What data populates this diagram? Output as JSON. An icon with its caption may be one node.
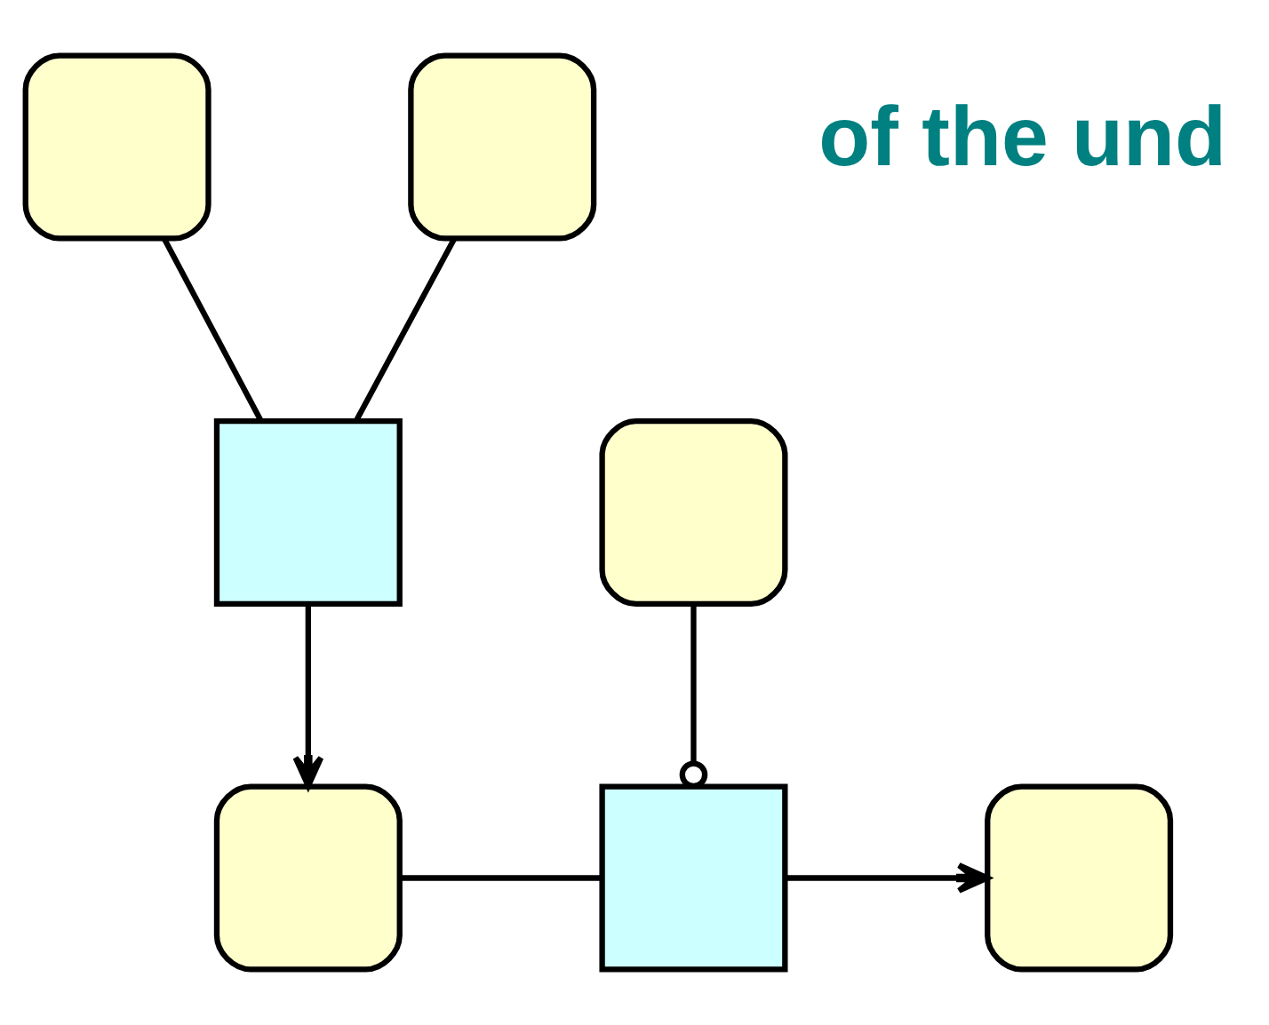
{
  "diagram": {
    "nodes": [
      {
        "text": [],
        "shape": "box"
      },
      {
        "text": [],
        "shape": "box"
      },
      {
        "text": [],
        "shape": "box"
      },
      {
        "text": [],
        "shape": "box"
      },
      {
        "text": [],
        "shape": "box"
      },
      {
        "text": [],
        "shape": "box"
      },
      {
        "text": [],
        "shape": "box"
      }
    ],
    "edges": [
      {
        "from": 0,
        "to": 2,
        "arrow": "none"
      },
      {
        "from": 1,
        "to": 2,
        "arrow": "none"
      },
      {
        "from": 2,
        "to": 4,
        "arrow": "to"
      },
      {
        "from": 4,
        "to": 5,
        "arrow": "none"
      },
      {
        "from": 3,
        "to": 5,
        "arrow": "other"
      },
      {
        "from": 5,
        "to": 6,
        "arrow": "to"
      }
    ],
    "labels": [
      "of the und"
    ]
  }
}
